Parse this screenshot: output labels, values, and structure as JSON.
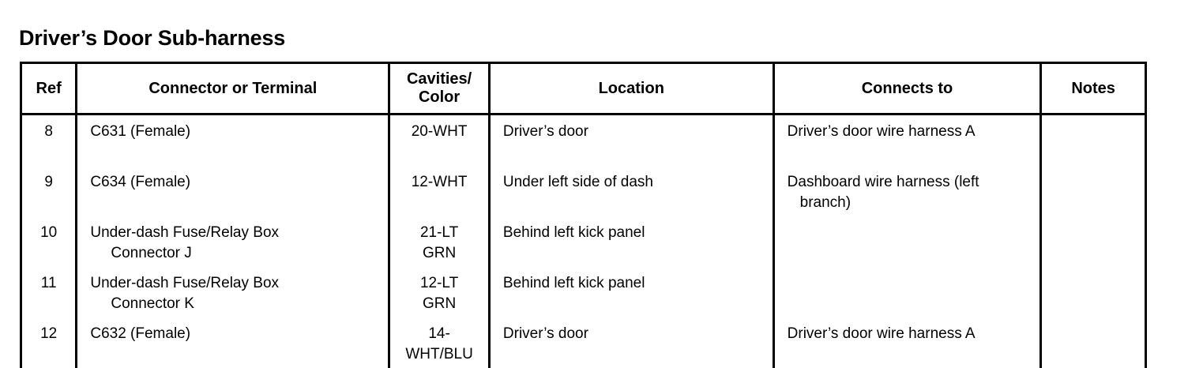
{
  "title": "Driver’s Door Sub-harness",
  "table": {
    "columns": [
      {
        "key": "ref",
        "label": "Ref"
      },
      {
        "key": "connector",
        "label": "Connector or Terminal"
      },
      {
        "key": "cavities",
        "label_line1": "Cavities/",
        "label_line2": "Color"
      },
      {
        "key": "location",
        "label": "Location"
      },
      {
        "key": "connects",
        "label": "Connects to"
      },
      {
        "key": "notes",
        "label": "Notes"
      }
    ],
    "rows": [
      {
        "ref": "8",
        "connector_line1": "C631 (Female)",
        "connector_line2": "",
        "cavities_line1": "20-WHT",
        "cavities_line2": "",
        "location": "Driver’s door",
        "connects_line1": "Driver’s door wire harness A",
        "connects_line2": "",
        "notes": ""
      },
      {
        "ref": "9",
        "connector_line1": "C634 (Female)",
        "connector_line2": "",
        "cavities_line1": "12-WHT",
        "cavities_line2": "",
        "location": "Under left side of dash",
        "connects_line1": "Dashboard wire harness (left",
        "connects_line2": "branch)",
        "notes": ""
      },
      {
        "ref": "10",
        "connector_line1": "Under-dash Fuse/Relay Box",
        "connector_line2": "Connector J",
        "cavities_line1": "21-LT",
        "cavities_line2": "GRN",
        "location": "Behind left kick panel",
        "connects_line1": "",
        "connects_line2": "",
        "notes": ""
      },
      {
        "ref": "11",
        "connector_line1": "Under-dash Fuse/Relay Box",
        "connector_line2": "Connector K",
        "cavities_line1": "12-LT",
        "cavities_line2": "GRN",
        "location": "Behind left kick panel",
        "connects_line1": "",
        "connects_line2": "",
        "notes": ""
      },
      {
        "ref": "12",
        "connector_line1": "C632 (Female)",
        "connector_line2": "",
        "cavities_line1": "14-",
        "cavities_line2": "WHT/BLU",
        "location": "Driver’s door",
        "connects_line1": "Driver’s door wire harness A",
        "connects_line2": "",
        "notes": ""
      }
    ]
  },
  "colors": {
    "background": "#ffffff",
    "text": "#000000",
    "border": "#000000"
  }
}
